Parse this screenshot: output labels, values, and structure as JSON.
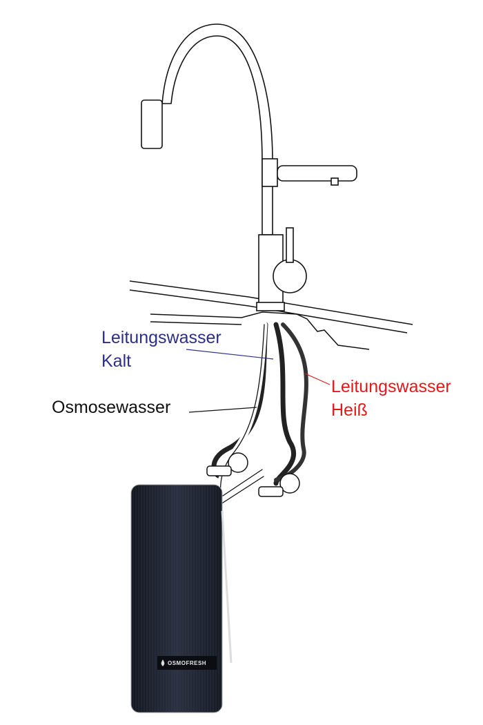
{
  "labels": {
    "cold_line1": "Leitungswasser",
    "cold_line2": "Kalt",
    "osmosis": "Osmosewasser",
    "hot_line1": "Leitungswasser",
    "hot_line2": "Heiß"
  },
  "device": {
    "brand": "OSMOFRESH"
  },
  "colors": {
    "cold": "#2b2e8c",
    "hot": "#e01b1b",
    "osmosis": "#111111",
    "device": "#1c2230"
  }
}
